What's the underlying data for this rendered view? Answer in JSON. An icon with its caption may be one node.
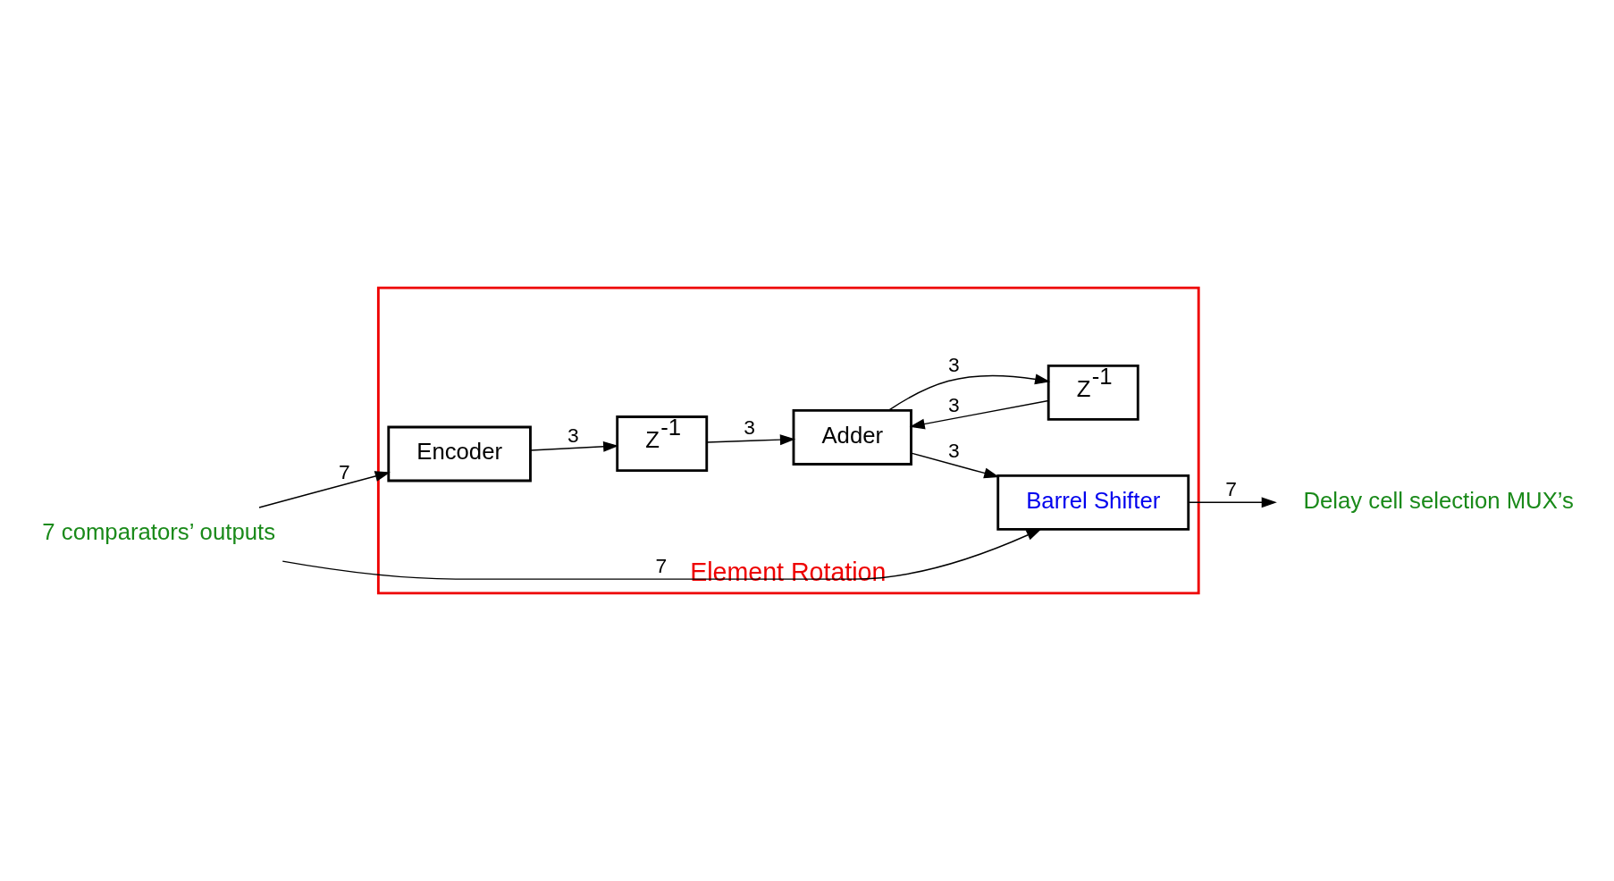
{
  "diagram": {
    "nodes": [
      {
        "text": [
          "Element Rotation"
        ]
      },
      {
        "text": [
          "7 comparators’ outputs"
        ]
      },
      {
        "text": [
          "Encoder"
        ],
        "in": 0
      },
      {
        "text": [
          "Z$^{-1}$"
        ],
        "in": 0
      },
      {
        "text": [
          "Z$^{-1}$"
        ],
        "in": 0
      },
      {
        "text": [
          "Adder"
        ],
        "in": 0
      },
      {
        "text": [
          "Barrel Shifter"
        ],
        "in": 0
      },
      {
        "text": [
          "Delay cell selection MUX’s"
        ]
      }
    ],
    "edges": [
      {
        "from": 1,
        "to": 2,
        "label": "7",
        "arrow": "to"
      },
      {
        "from": 1,
        "to": 6,
        "label": "7",
        "arrow": "to"
      },
      {
        "from": 2,
        "to": 3,
        "label": "3",
        "arrow": "to"
      },
      {
        "from": 3,
        "to": 5,
        "label": "3",
        "arrow": "to"
      },
      {
        "from": 5,
        "to": 4,
        "label": "3",
        "arrow": "to"
      },
      {
        "from": 4,
        "to": 5,
        "label": "3",
        "arrow": "to"
      },
      {
        "from": 5,
        "to": 6,
        "label": "3",
        "arrow": "to"
      },
      {
        "from": 6,
        "to": 7,
        "label": "7",
        "arrow": "to"
      }
    ]
  }
}
